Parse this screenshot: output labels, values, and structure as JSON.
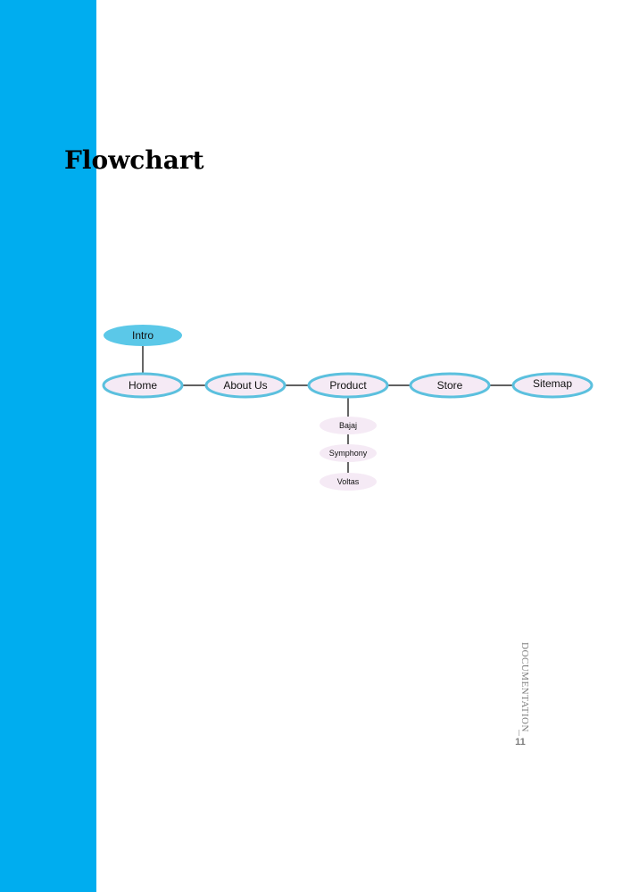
{
  "page": {
    "title": "Flowchart",
    "footer_label": "DOCUMENTATION",
    "page_number": "11"
  },
  "flowchart": {
    "top_node": "Intro",
    "main_nodes": [
      "Home",
      "About Us",
      "Product",
      "Store",
      "Sitemap"
    ],
    "sub_nodes": [
      "Bajaj",
      "Symphony",
      "Voltas"
    ]
  },
  "colors": {
    "side_band": "#00adef",
    "intro_fill": "#5bc8e8",
    "node_fill": "#f5eaf5",
    "node_border": "#5bc0de",
    "sub_node_fill": "#f5eaf5",
    "connector": "#000000"
  }
}
